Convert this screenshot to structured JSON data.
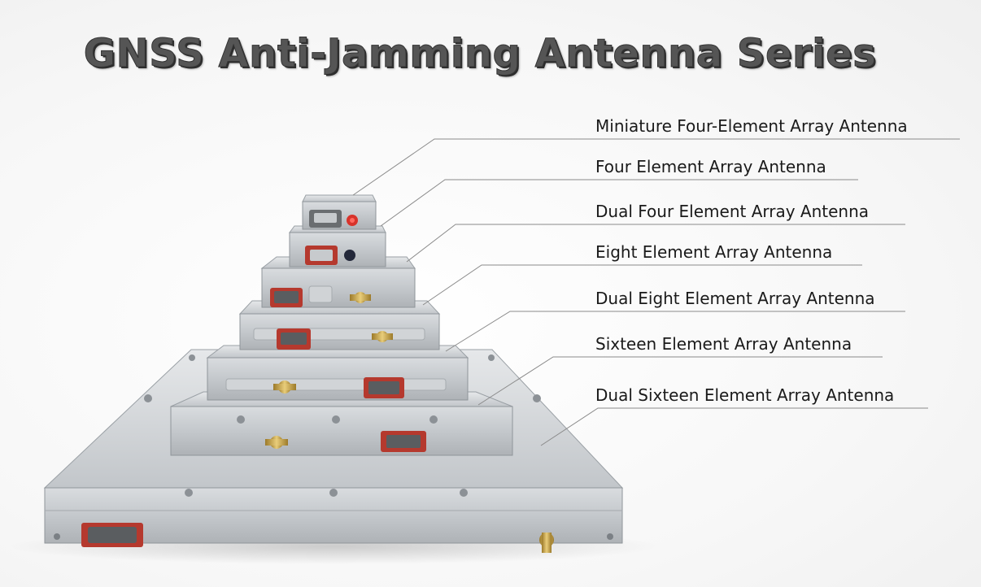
{
  "title": "GNSS Anti-Jamming Antenna Series",
  "labels": [
    "Miniature Four-Element Array Antenna",
    "Four Element Array Antenna",
    "Dual Four Element Array Antenna",
    "Eight Element Array Antenna",
    "Dual Eight Element Array Antenna",
    "Sixteen Element Array Antenna",
    "Dual Sixteen Element Array Antenna"
  ],
  "colors": {
    "title": "#555555",
    "aluminum": "#c9cccf",
    "connector_red": "#b5392e",
    "gold": "#c9a64a"
  }
}
